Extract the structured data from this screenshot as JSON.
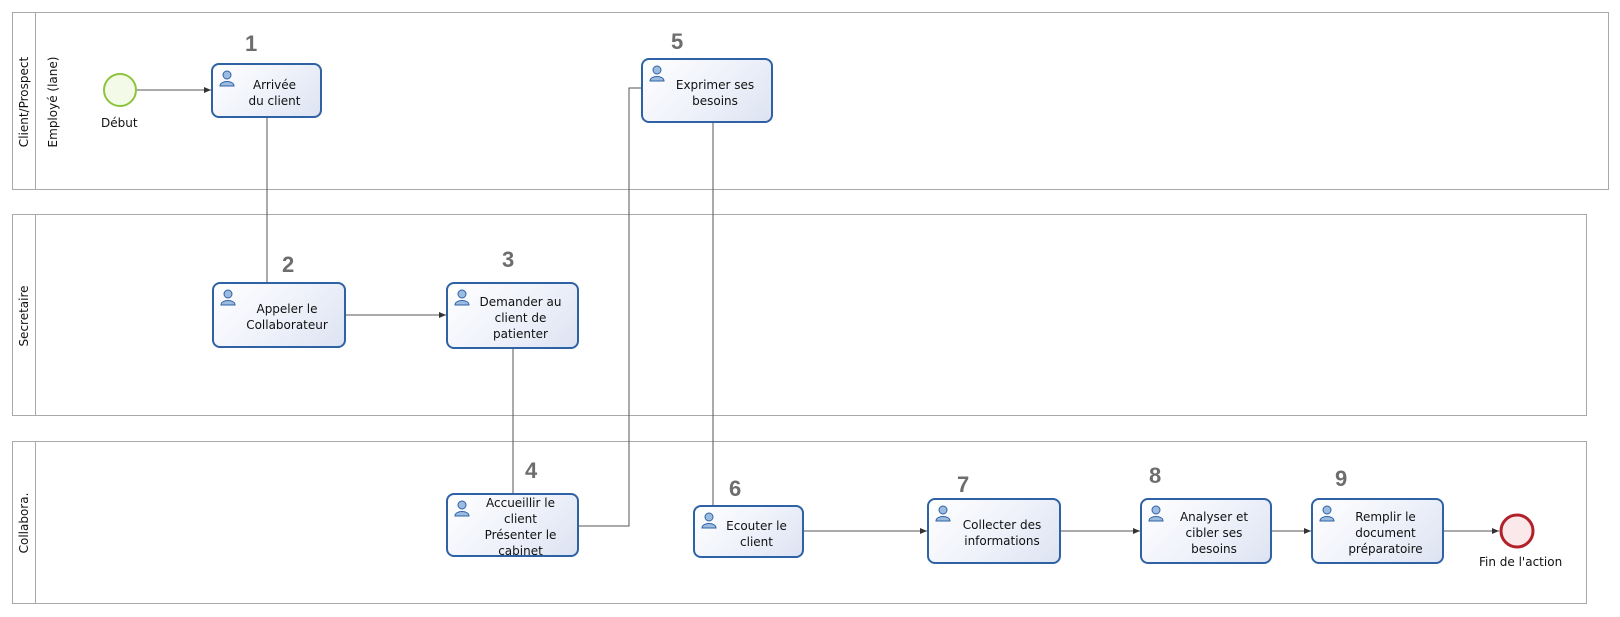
{
  "lanes": {
    "client": {
      "title": "Client/Prospect",
      "sublane": "Employé (lane)"
    },
    "secretaire": {
      "title": "Secretaire"
    },
    "collabora": {
      "title": "Collabora."
    }
  },
  "events": {
    "start": {
      "label": "Début",
      "color": "#8cc43c"
    },
    "end": {
      "label": "Fin de l'action",
      "color": "#b3202a"
    }
  },
  "tasks": [
    {
      "num": "1",
      "label": "Arrivée\ndu client"
    },
    {
      "num": "2",
      "label": "Appeler le\nCollaborateur"
    },
    {
      "num": "3",
      "label": "Demander au\nclient de\npatienter"
    },
    {
      "num": "4",
      "label": "Accueillir le client\nPrésenter le\ncabinet"
    },
    {
      "num": "5",
      "label": "Exprimer ses\nbesoins"
    },
    {
      "num": "6",
      "label": "Ecouter le\nclient"
    },
    {
      "num": "7",
      "label": "Collecter des\ninformations"
    },
    {
      "num": "8",
      "label": "Analyser et\ncibler ses\nbesoins"
    },
    {
      "num": "9",
      "label": "Remplir le\ndocument\npréparatoire"
    }
  ],
  "colors": {
    "task_border": "#2f62a4",
    "lane_border": "#a9a9a9",
    "number": "#6d6d6d"
  }
}
